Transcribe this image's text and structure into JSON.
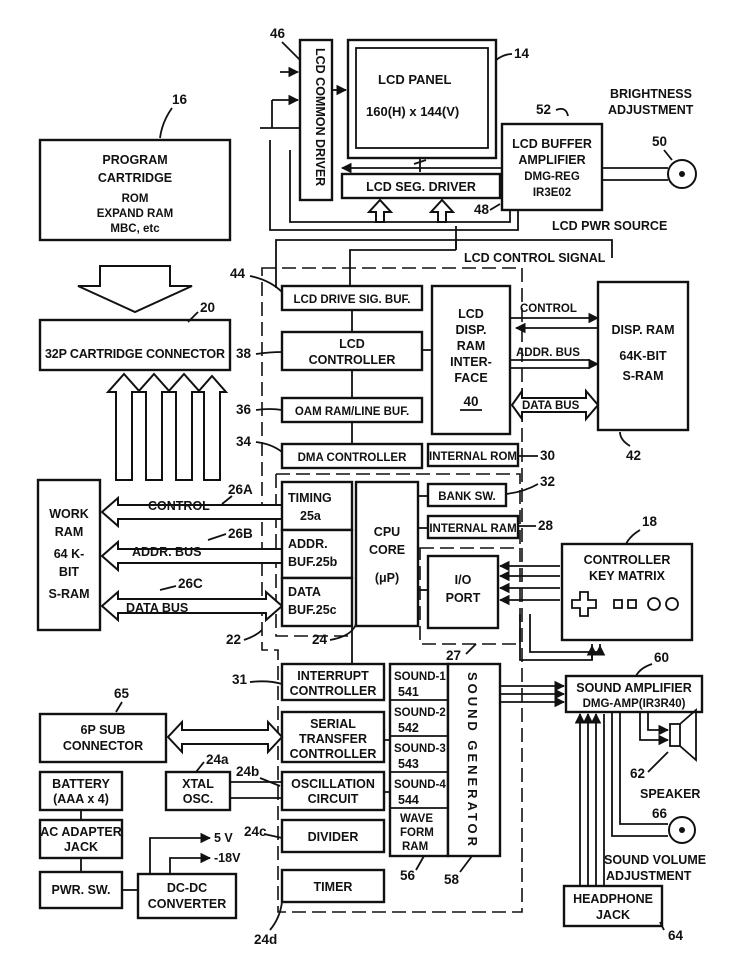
{
  "labels": {
    "program_cartridge": [
      "PROGRAM",
      "CARTRIDGE",
      "ROM",
      "EXPAND RAM",
      "MBC, etc"
    ],
    "cartridge_connector": "32P CARTRIDGE CONNECTOR",
    "work_ram": [
      "WORK",
      "RAM",
      "64 K-",
      "BIT",
      "S-RAM"
    ],
    "lcd_common_driver": "LCD COMMON DRIVER",
    "lcd_panel": [
      "LCD PANEL",
      "160(H) x 144(V)"
    ],
    "lcd_seg_driver": "LCD SEG. DRIVER",
    "lcd_buffer_amplifier": [
      "LCD BUFFER",
      "AMPLIFIER",
      "DMG-REG",
      "IR3E02"
    ],
    "brightness_adjustment": [
      "BRIGHTNESS",
      "ADJUSTMENT"
    ],
    "lcd_pwr_source": "LCD PWR SOURCE",
    "lcd_control_signal": "LCD CONTROL SIGNAL",
    "lcd_drive_sig_buf": "LCD DRIVE SIG. BUF.",
    "lcd_controller": [
      "LCD",
      "CONTROLLER"
    ],
    "lcd_disp_ram_interface": [
      "LCD",
      "DISP.",
      "RAM",
      "INTER-",
      "FACE"
    ],
    "oam_ram_line_buf": "OAM RAM/LINE BUF.",
    "dma_controller": "DMA CONTROLLER",
    "internal_rom": "INTERNAL ROM",
    "bank_sw": "BANK SW.",
    "internal_ram": "INTERNAL RAM",
    "disp_ram": [
      "DISP. RAM",
      "64K-BIT",
      "S-RAM"
    ],
    "control": "CONTROL",
    "addr_bus": "ADDR. BUS",
    "data_bus": "DATA BUS",
    "timing": [
      "TIMING",
      "25a"
    ],
    "addr_buf": [
      "ADDR.",
      "BUF.25b"
    ],
    "data_buf": [
      "DATA",
      "BUF.25c"
    ],
    "cpu_core": [
      "CPU",
      "CORE",
      "(μP)"
    ],
    "io_port": [
      "I/O",
      "PORT"
    ],
    "controller_key_matrix": [
      "CONTROLLER",
      "KEY MATRIX"
    ],
    "interrupt_controller": [
      "INTERRUPT",
      "CONTROLLER"
    ],
    "serial_transfer_controller": [
      "SERIAL",
      "TRANSFER",
      "CONTROLLER"
    ],
    "oscillation_circuit": [
      "OSCILLATION",
      "CIRCUIT"
    ],
    "divider": "DIVIDER",
    "timer": "TIMER",
    "sound_channels": [
      [
        "SOUND-1",
        "541"
      ],
      [
        "SOUND-2",
        "542"
      ],
      [
        "SOUND-3",
        "543"
      ],
      [
        "SOUND-4",
        "544"
      ]
    ],
    "wave_form_ram": [
      "WAVE",
      "FORM",
      "RAM"
    ],
    "sound_generator": "SOUND GENERATOR",
    "sound_amplifier": [
      "SOUND AMPLIFIER",
      "DMG-AMP(IR3R40)"
    ],
    "speaker": "SPEAKER",
    "sound_volume_adjustment": [
      "SOUND VOLUME",
      "ADJUSTMENT"
    ],
    "headphone_jack": [
      "HEADPHONE",
      "JACK"
    ],
    "sub_connector": [
      "6P SUB",
      "CONNECTOR"
    ],
    "battery": [
      "BATTERY",
      "(AAA x 4)"
    ],
    "ac_adapter_jack": [
      "AC ADAPTER",
      "JACK"
    ],
    "xtal_osc": [
      "XTAL",
      "OSC."
    ],
    "pwr_sw": "PWR. SW.",
    "dc_dc_converter": [
      "DC-DC",
      "CONVERTER"
    ],
    "v5": "5 V",
    "v18": "-18V"
  },
  "refs": {
    "r14": "14",
    "r16": "16",
    "r18": "18",
    "r20": "20",
    "r22": "22",
    "r24": "24",
    "r24a": "24a",
    "r24b": "24b",
    "r24c": "24c",
    "r24d": "24d",
    "r26a": "26A",
    "r26b": "26B",
    "r26c": "26C",
    "r27": "27",
    "r28": "28",
    "r30": "30",
    "r31": "31",
    "r32": "32",
    "r34": "34",
    "r36": "36",
    "r38": "38",
    "r40": "40",
    "r42": "42",
    "r44": "44",
    "r46": "46",
    "r48": "48",
    "r50": "50",
    "r52": "52",
    "r56": "56",
    "r58": "58",
    "r60": "60",
    "r62": "62",
    "r64": "64",
    "r65": "65",
    "r66": "66"
  }
}
